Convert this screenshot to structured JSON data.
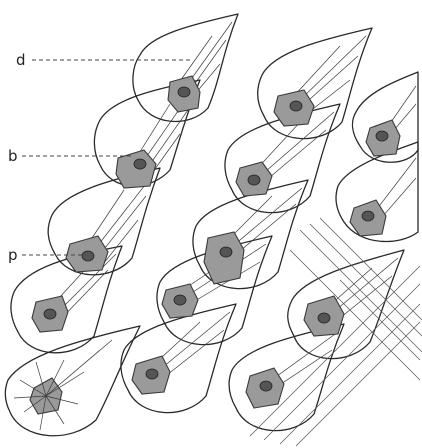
{
  "figure": {
    "labels": [
      {
        "id": "d",
        "text": "d"
      },
      {
        "id": "b",
        "text": "b"
      },
      {
        "id": "p",
        "text": "p"
      }
    ]
  }
}
